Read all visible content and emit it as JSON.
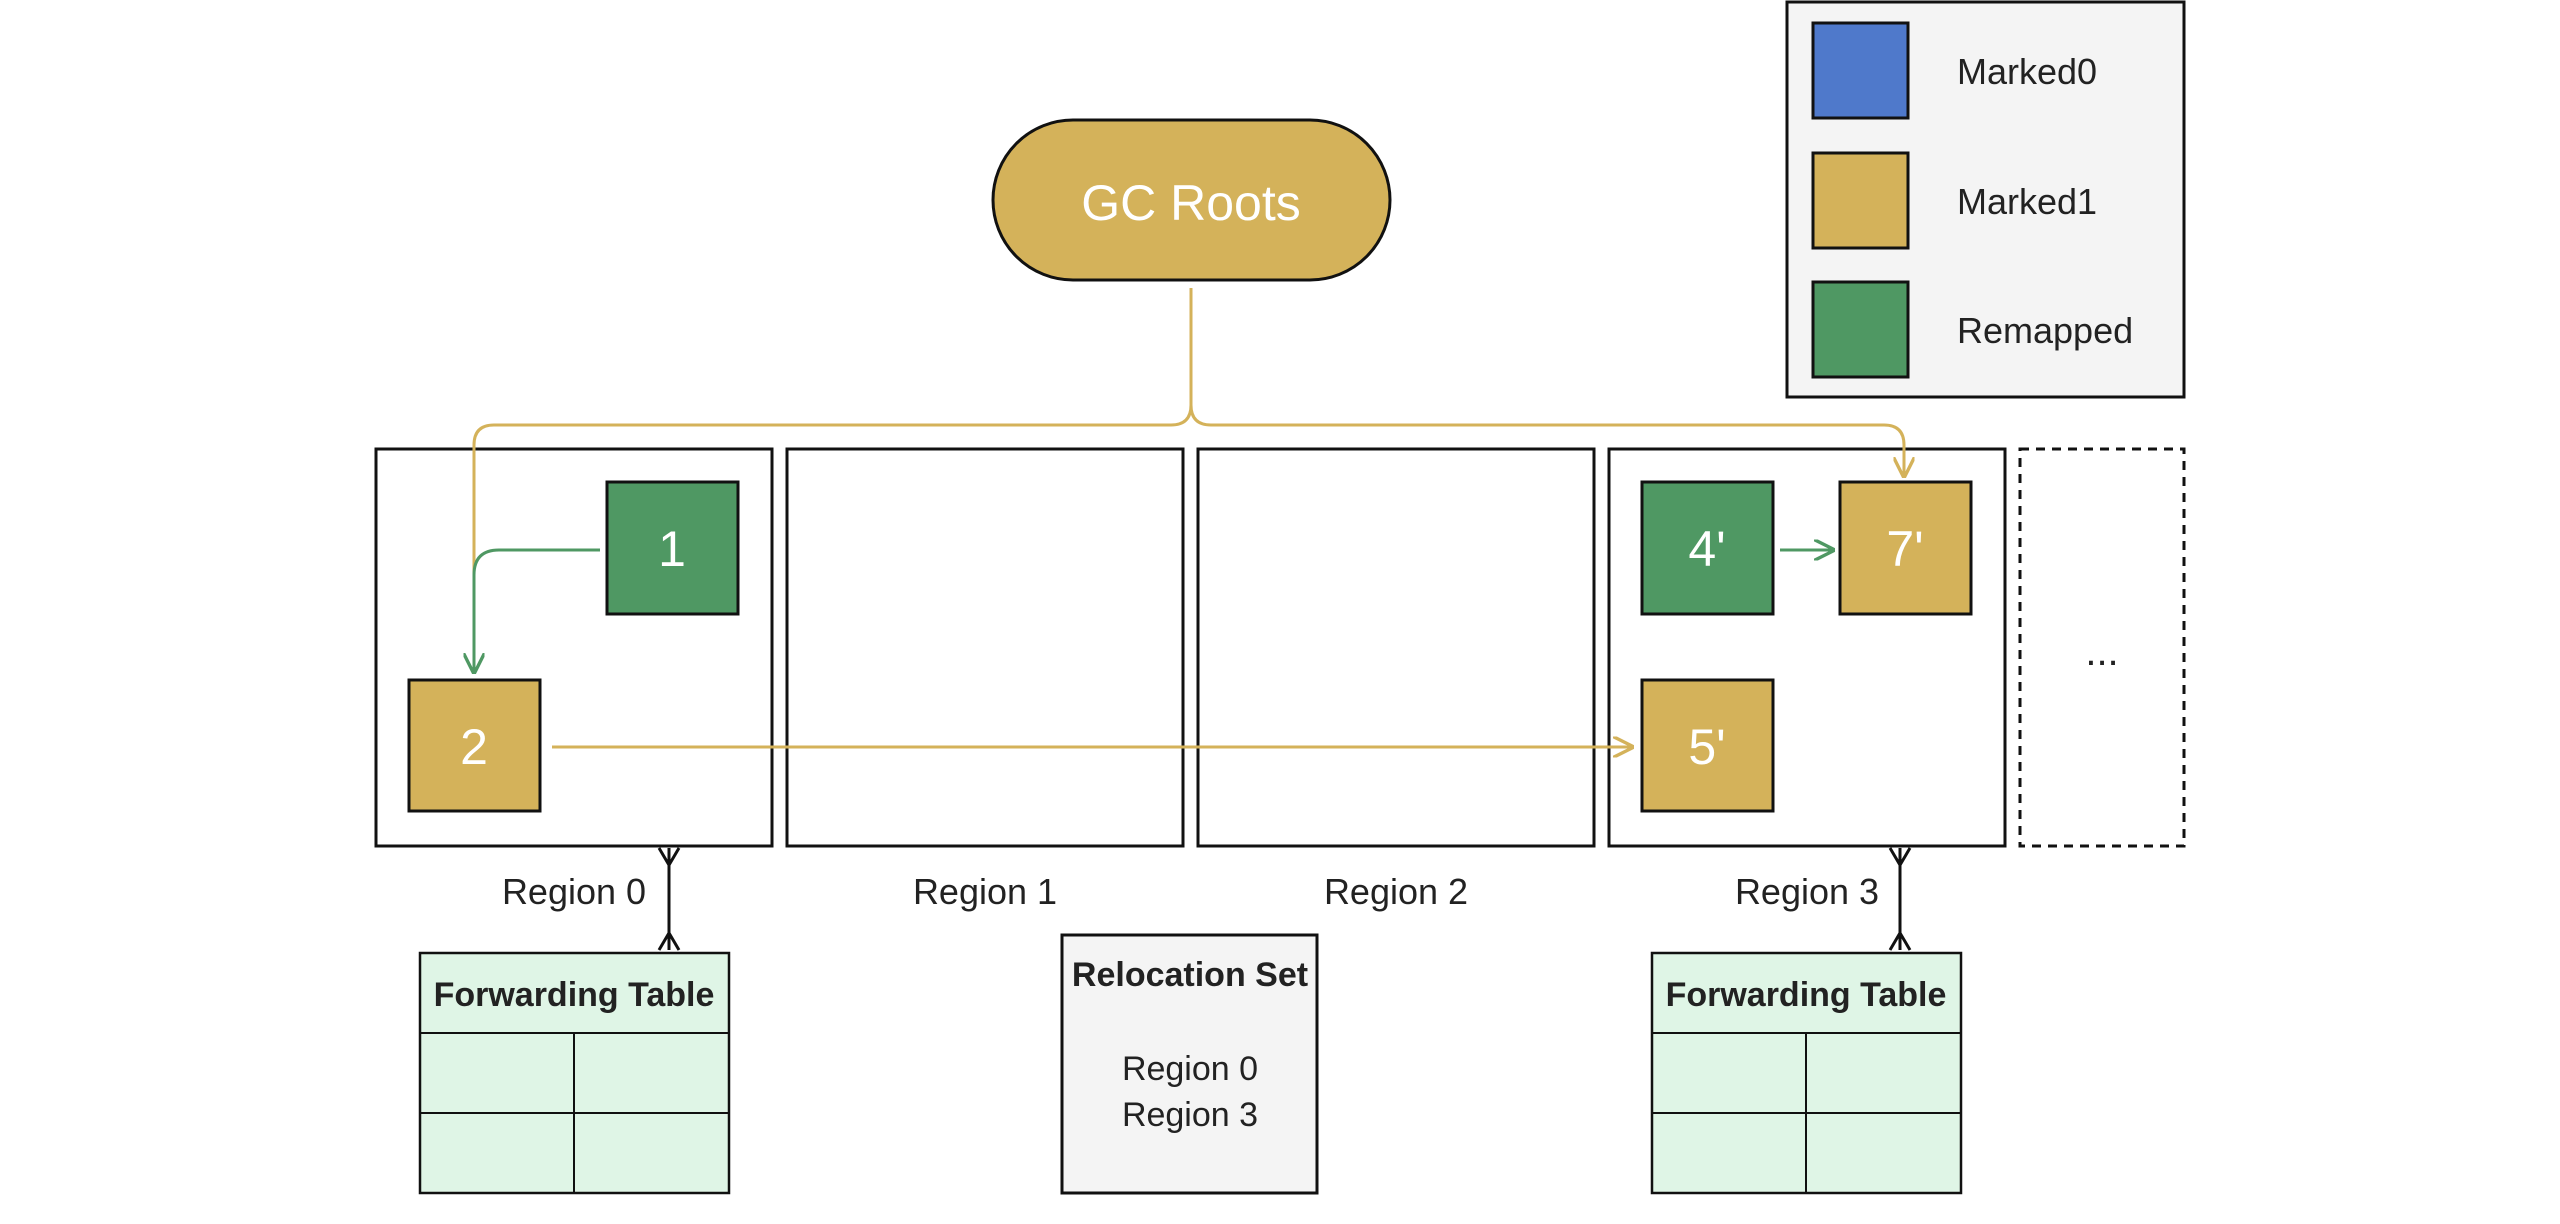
{
  "colors": {
    "marked0": "#4f79cb",
    "marked1": "#d4b25a",
    "remapped": "#4f9863",
    "table_fill": "#dff5e6",
    "panel_fill": "#f4f4f4",
    "stroke": "#111111"
  },
  "roots": {
    "label": "GC Roots"
  },
  "legend": {
    "items": [
      {
        "label": "Marked0",
        "color": "#4f79cb"
      },
      {
        "label": "Marked1",
        "color": "#d4b25a"
      },
      {
        "label": "Remapped",
        "color": "#4f9863"
      }
    ]
  },
  "regions": [
    {
      "label": "Region 0"
    },
    {
      "label": "Region 1"
    },
    {
      "label": "Region 2"
    },
    {
      "label": "Region 3"
    }
  ],
  "more_regions": "...",
  "objects": [
    {
      "id": "1",
      "label": "1",
      "state": "remapped"
    },
    {
      "id": "2",
      "label": "2",
      "state": "marked1"
    },
    {
      "id": "4p",
      "label": "4'",
      "state": "remapped"
    },
    {
      "id": "7p",
      "label": "7'",
      "state": "marked1"
    },
    {
      "id": "5p",
      "label": "5'",
      "state": "marked1"
    }
  ],
  "forwarding_tables": [
    {
      "title": "Forwarding Table"
    },
    {
      "title": "Forwarding Table"
    }
  ],
  "relocation_set": {
    "title": "Relocation Set",
    "items": [
      "Region 0",
      "Region 3"
    ]
  }
}
